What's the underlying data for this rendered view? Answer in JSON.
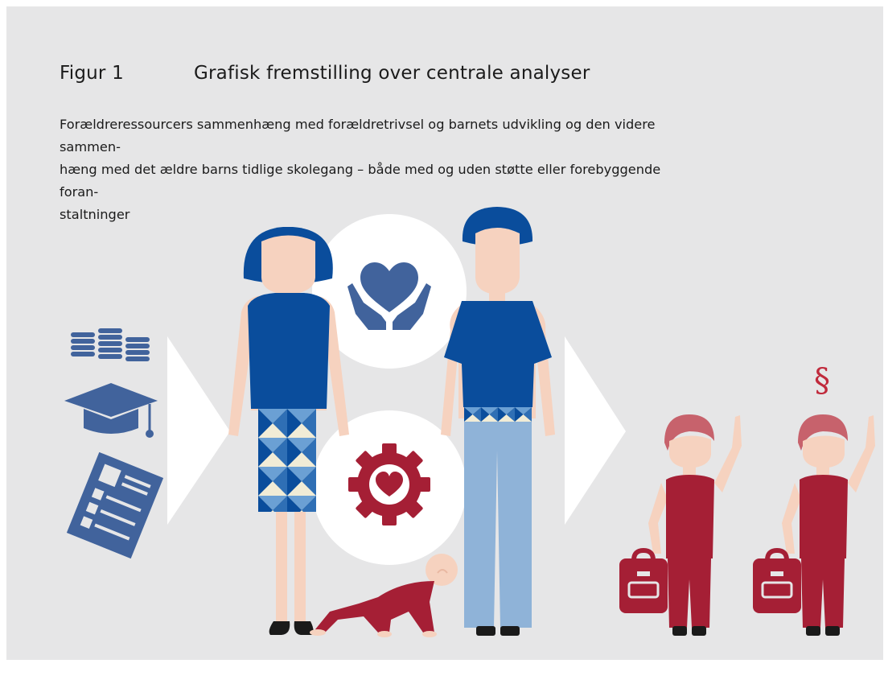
{
  "figure": {
    "label": "Figur 1",
    "title": "Grafisk fremstilling over centrale analyser",
    "description_lines": [
      "Forældreressourcers sammenhæng med forældretrivsel og barnets udvikling og den videre sammen-",
      "hæng med det ældre barns tidlige skolegang – både med og uden støtte eller forebyggende foran-",
      "staltninger"
    ]
  },
  "symbols": {
    "law": "§"
  },
  "icons": [
    "coins-icon",
    "graduation-cap-icon",
    "document-checklist-icon",
    "hands-heart-icon",
    "gear-heart-icon",
    "backpack-icon",
    "paragraph-icon"
  ],
  "colors": {
    "blue": "#0a4d9c",
    "icon_blue": "#41639c",
    "red": "#a51f35",
    "skin": "#f6d2bf",
    "pants_blue": "#8fb3d8",
    "hair_red": "#c7626c"
  }
}
